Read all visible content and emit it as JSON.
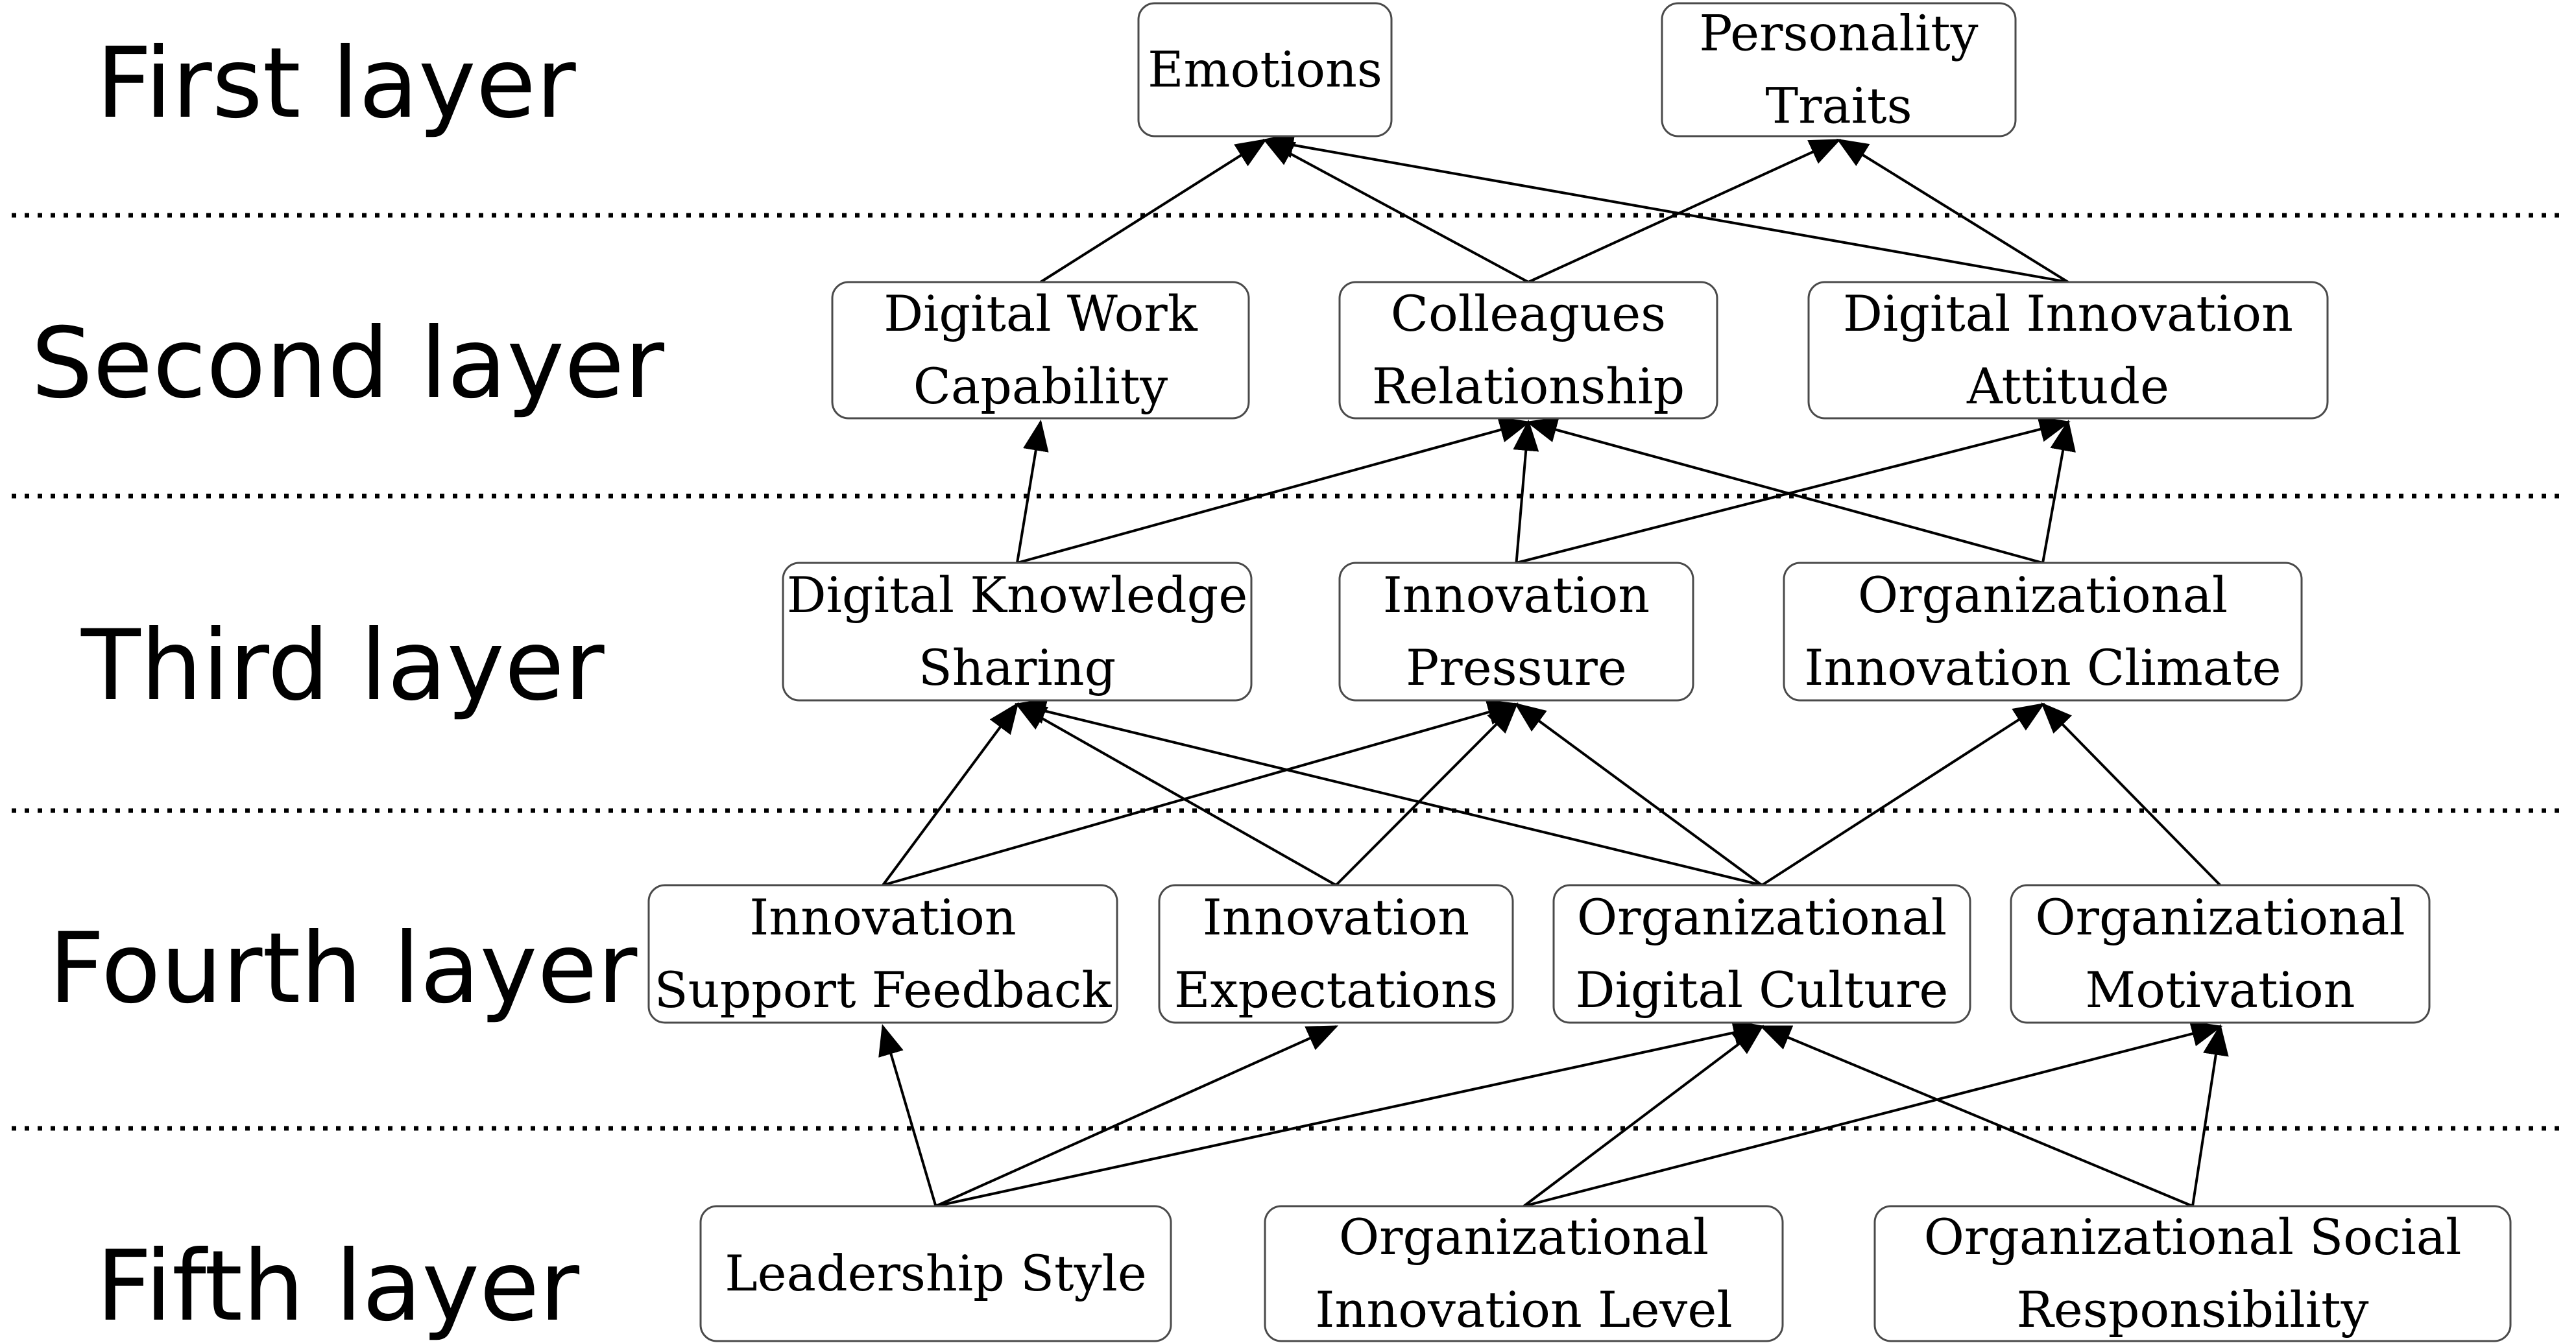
{
  "layers": [
    {
      "label": "First layer"
    },
    {
      "label": "Second layer"
    },
    {
      "label": "Third layer"
    },
    {
      "label": "Fourth layer"
    },
    {
      "label": "Fifth layer"
    }
  ],
  "nodes": {
    "emotions": {
      "lines": [
        "Emotions"
      ]
    },
    "personality_traits": {
      "lines": [
        "Personality",
        "Traits"
      ]
    },
    "digital_work_capability": {
      "lines": [
        "Digital Work",
        "Capability"
      ]
    },
    "colleagues_relationship": {
      "lines": [
        "Colleagues",
        "Relationship"
      ]
    },
    "digital_innovation_attitude": {
      "lines": [
        "Digital Innovation",
        "Attitude"
      ]
    },
    "digital_knowledge_sharing": {
      "lines": [
        "Digital Knowledge",
        "Sharing"
      ]
    },
    "innovation_pressure": {
      "lines": [
        "Innovation",
        "Pressure"
      ]
    },
    "organizational_innovation_climate": {
      "lines": [
        "Organizational",
        "Innovation Climate"
      ]
    },
    "innovation_support_feedback": {
      "lines": [
        "Innovation",
        "Support Feedback"
      ]
    },
    "innovation_expectations": {
      "lines": [
        "Innovation",
        "Expectations"
      ]
    },
    "organizational_digital_culture": {
      "lines": [
        "Organizational",
        "Digital Culture"
      ]
    },
    "organizational_motivation": {
      "lines": [
        "Organizational",
        "Motivation"
      ]
    },
    "leadership_style": {
      "lines": [
        "Leadership Style"
      ]
    },
    "organizational_innovation_level": {
      "lines": [
        "Organizational",
        "Innovation Level"
      ]
    },
    "organizational_social_responsibility": {
      "lines": [
        "Organizational Social",
        "Responsibility"
      ]
    }
  },
  "edges": [
    {
      "from": "digital_work_capability",
      "to": "emotions"
    },
    {
      "from": "colleagues_relationship",
      "to": "emotions"
    },
    {
      "from": "colleagues_relationship",
      "to": "personality_traits"
    },
    {
      "from": "digital_innovation_attitude",
      "to": "emotions"
    },
    {
      "from": "digital_innovation_attitude",
      "to": "personality_traits"
    },
    {
      "from": "digital_knowledge_sharing",
      "to": "digital_work_capability"
    },
    {
      "from": "digital_knowledge_sharing",
      "to": "colleagues_relationship"
    },
    {
      "from": "innovation_pressure",
      "to": "colleagues_relationship"
    },
    {
      "from": "innovation_pressure",
      "to": "digital_innovation_attitude"
    },
    {
      "from": "organizational_innovation_climate",
      "to": "colleagues_relationship"
    },
    {
      "from": "organizational_innovation_climate",
      "to": "digital_innovation_attitude"
    },
    {
      "from": "innovation_support_feedback",
      "to": "digital_knowledge_sharing"
    },
    {
      "from": "innovation_support_feedback",
      "to": "innovation_pressure"
    },
    {
      "from": "innovation_expectations",
      "to": "digital_knowledge_sharing"
    },
    {
      "from": "innovation_expectations",
      "to": "innovation_pressure"
    },
    {
      "from": "organizational_digital_culture",
      "to": "digital_knowledge_sharing"
    },
    {
      "from": "organizational_digital_culture",
      "to": "innovation_pressure"
    },
    {
      "from": "organizational_digital_culture",
      "to": "organizational_innovation_climate"
    },
    {
      "from": "organizational_motivation",
      "to": "organizational_innovation_climate"
    },
    {
      "from": "leadership_style",
      "to": "innovation_support_feedback"
    },
    {
      "from": "leadership_style",
      "to": "innovation_expectations"
    },
    {
      "from": "leadership_style",
      "to": "organizational_digital_culture"
    },
    {
      "from": "organizational_innovation_level",
      "to": "organizational_digital_culture"
    },
    {
      "from": "organizational_innovation_level",
      "to": "organizational_motivation"
    },
    {
      "from": "organizational_social_responsibility",
      "to": "organizational_digital_culture"
    },
    {
      "from": "organizational_social_responsibility",
      "to": "organizational_motivation"
    }
  ],
  "colors": {
    "box_border": "#4a4a4a",
    "line": "#000000",
    "text": "#000000",
    "background": "#ffffff"
  }
}
